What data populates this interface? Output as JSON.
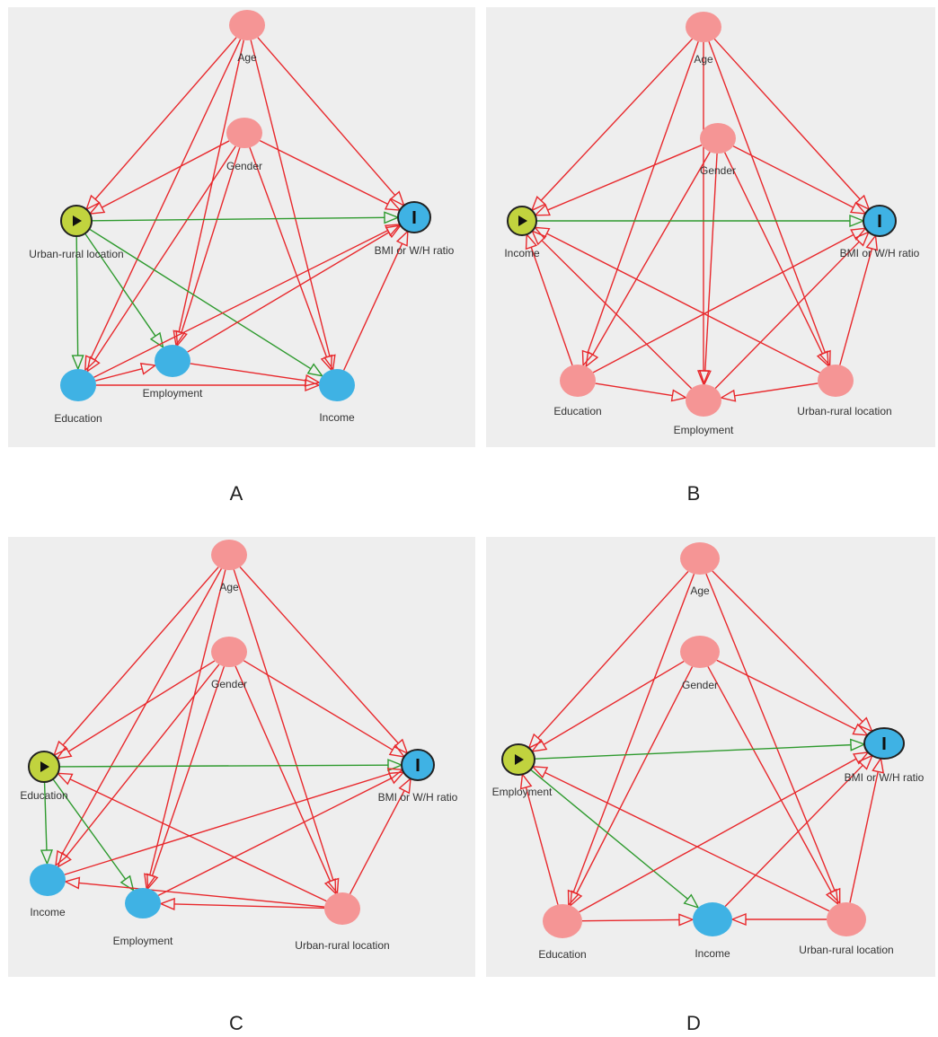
{
  "colors": {
    "background": "#eeeeee",
    "exposure_fill": "#c1d33e",
    "outcome_fill": "#3fb2e4",
    "mediator_fill": "#3fb2e4",
    "confounder_fill": "#f59595",
    "causal_edge": "#2e9a2e",
    "biasing_edge": "#e8282c"
  },
  "icons": {
    "exposure": "play-icon",
    "outcome": "outcome-bar-icon"
  },
  "panels": [
    {
      "letter": "A",
      "nodes": [
        {
          "id": "age",
          "label": "Age",
          "role": "confounder"
        },
        {
          "id": "gender",
          "label": "Gender",
          "role": "confounder"
        },
        {
          "id": "exposure",
          "label": "Urban-rural location",
          "role": "exposure"
        },
        {
          "id": "outcome",
          "label": "BMI or W/H ratio",
          "role": "outcome"
        },
        {
          "id": "education",
          "label": "Education",
          "role": "mediator"
        },
        {
          "id": "employment",
          "label": "Employment",
          "role": "mediator"
        },
        {
          "id": "income",
          "label": "Income",
          "role": "mediator"
        }
      ]
    },
    {
      "letter": "B",
      "nodes": [
        {
          "id": "age",
          "label": "Age",
          "role": "confounder"
        },
        {
          "id": "gender",
          "label": "Gender",
          "role": "confounder"
        },
        {
          "id": "exposure",
          "label": "Income",
          "role": "exposure"
        },
        {
          "id": "outcome",
          "label": "BMI or W/H ratio",
          "role": "outcome"
        },
        {
          "id": "education",
          "label": "Education",
          "role": "confounder"
        },
        {
          "id": "employment",
          "label": "Employment",
          "role": "confounder"
        },
        {
          "id": "urban",
          "label": "Urban-rural location",
          "role": "confounder"
        }
      ]
    },
    {
      "letter": "C",
      "nodes": [
        {
          "id": "age",
          "label": "Age",
          "role": "confounder"
        },
        {
          "id": "gender",
          "label": "Gender",
          "role": "confounder"
        },
        {
          "id": "exposure",
          "label": "Education",
          "role": "exposure"
        },
        {
          "id": "outcome",
          "label": "BMI or W/H ratio",
          "role": "outcome"
        },
        {
          "id": "income",
          "label": "Income",
          "role": "mediator"
        },
        {
          "id": "employment",
          "label": "Employment",
          "role": "mediator"
        },
        {
          "id": "urban",
          "label": "Urban-rural location",
          "role": "confounder"
        }
      ]
    },
    {
      "letter": "D",
      "nodes": [
        {
          "id": "age",
          "label": "Age",
          "role": "confounder"
        },
        {
          "id": "gender",
          "label": "Gender",
          "role": "confounder"
        },
        {
          "id": "exposure",
          "label": "Employment",
          "role": "exposure"
        },
        {
          "id": "outcome",
          "label": "BMI or W/H ratio",
          "role": "outcome"
        },
        {
          "id": "education",
          "label": "Education",
          "role": "confounder"
        },
        {
          "id": "income",
          "label": "Income",
          "role": "mediator"
        },
        {
          "id": "urban",
          "label": "Urban-rural location",
          "role": "confounder"
        }
      ]
    }
  ]
}
